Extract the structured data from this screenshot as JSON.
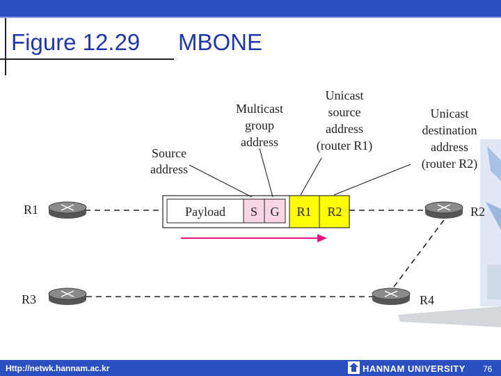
{
  "slide": {
    "title_left": "Figure 12.29",
    "title_right": "MBONE",
    "page_number": "76"
  },
  "footer": {
    "url": "Http://netwk.hannam.ac.kr",
    "university": "HANNAM UNIVERSITY"
  },
  "diagram": {
    "routers": [
      "R1",
      "R2",
      "R3",
      "R4"
    ],
    "packet_fields": [
      "Payload",
      "S",
      "G",
      "R1",
      "R2"
    ],
    "callouts": {
      "source": [
        "Source",
        "address"
      ],
      "multicast": [
        "Multicast",
        "group",
        "address"
      ],
      "unicast_source": [
        "Unicast",
        "source",
        "address",
        "(router R1)"
      ],
      "unicast_dest": [
        "Unicast",
        "destination",
        "address",
        "(router R2)"
      ]
    },
    "colors": {
      "multicast_fields": "#f9d6e6",
      "unicast_fields": "#ffff00",
      "arrow": "#e0147a"
    }
  }
}
